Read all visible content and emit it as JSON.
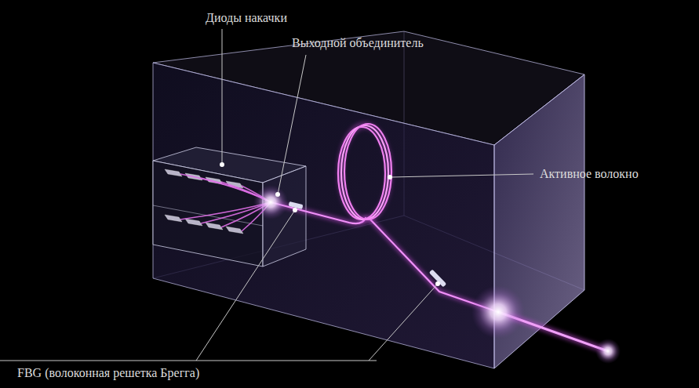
{
  "diagram": {
    "labels": [
      "Диоды накачки",
      "Выходной объединитель",
      "Активное волокно",
      "FBG (волоконная решетка Брегга)"
    ]
  }
}
